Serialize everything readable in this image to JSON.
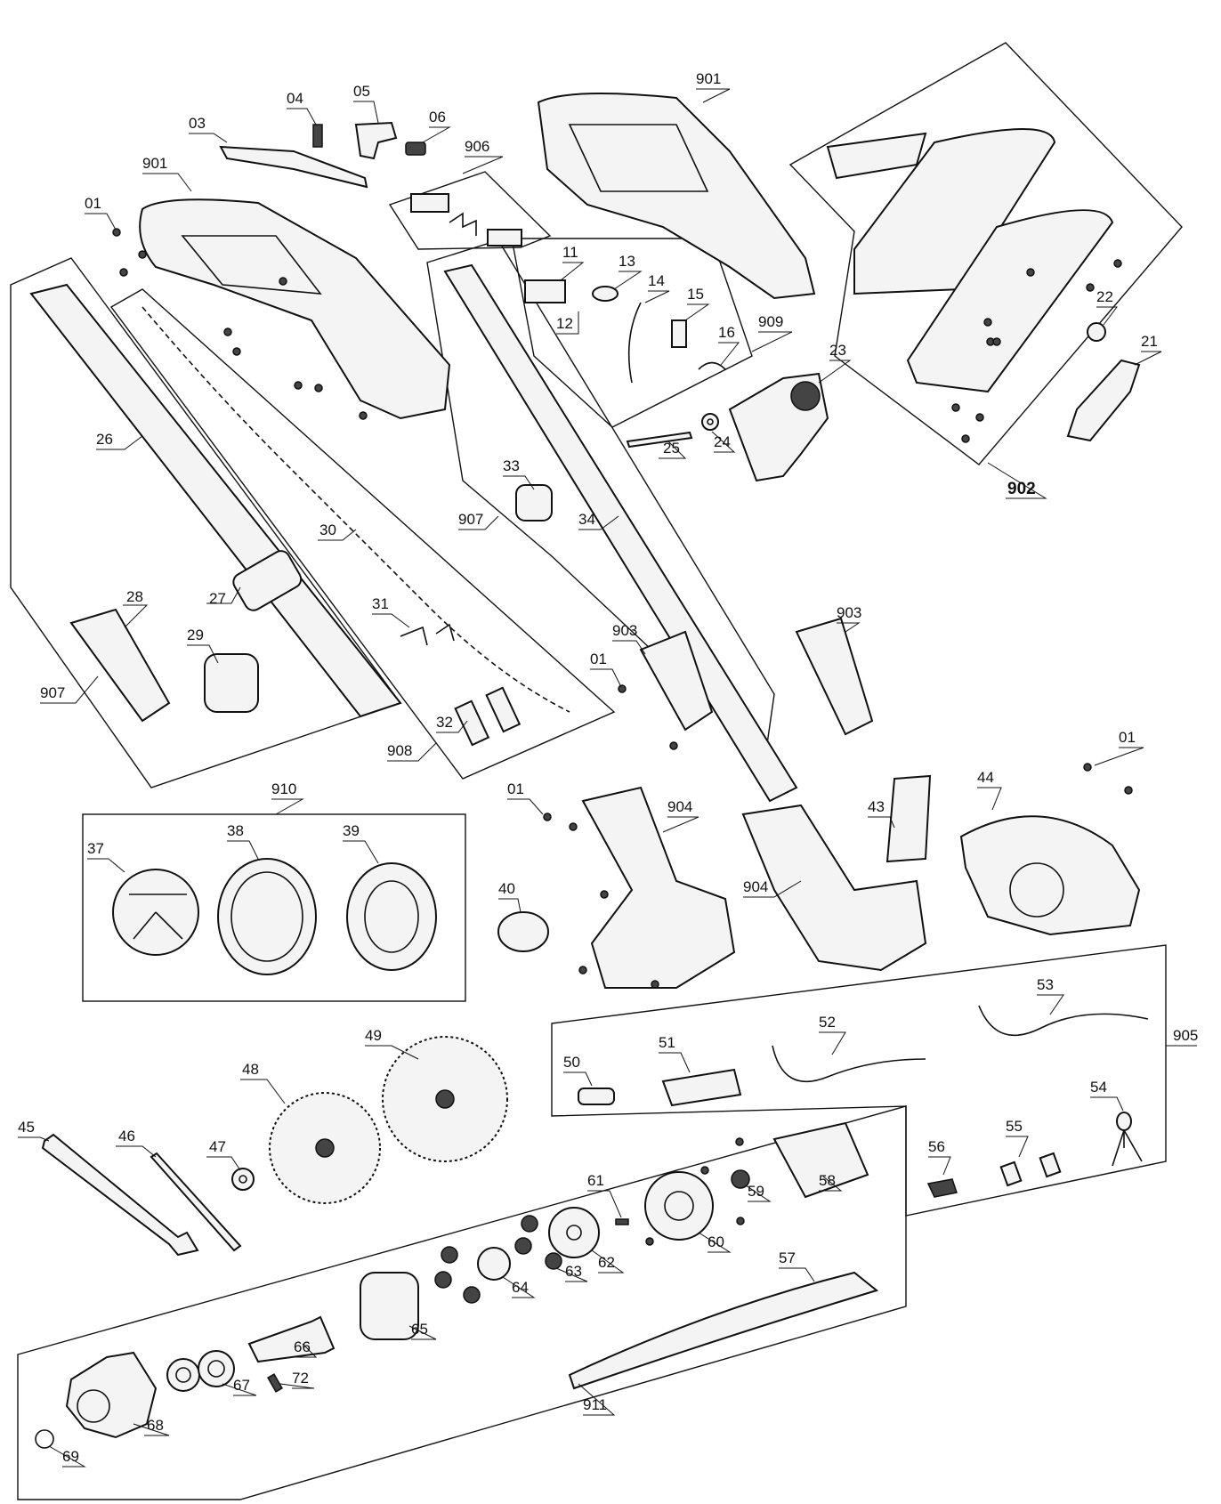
{
  "labels": {
    "l01a": "01",
    "l01b": "01",
    "l01c": "01",
    "l01d": "01",
    "l03": "03",
    "l04": "04",
    "l05": "05",
    "l06": "06",
    "l11": "11",
    "l12": "12",
    "l13": "13",
    "l14": "14",
    "l15": "15",
    "l16": "16",
    "l21": "21",
    "l22": "22",
    "l23": "23",
    "l24": "24",
    "l25": "25",
    "l26": "26",
    "l27": "27",
    "l28": "28",
    "l29": "29",
    "l30": "30",
    "l31": "31",
    "l32": "32",
    "l33": "33",
    "l34": "34",
    "l37": "37",
    "l38": "38",
    "l39": "39",
    "l40": "40",
    "l43": "43",
    "l44": "44",
    "l45": "45",
    "l46": "46",
    "l47": "47",
    "l48": "48",
    "l49": "49",
    "l50": "50",
    "l51": "51",
    "l52": "52",
    "l53": "53",
    "l54": "54",
    "l55": "55",
    "l56": "56",
    "l57": "57",
    "l58": "58",
    "l59": "59",
    "l60": "60",
    "l61": "61",
    "l62": "62",
    "l63": "63",
    "l64": "64",
    "l65": "65",
    "l66": "66",
    "l67": "67",
    "l68": "68",
    "l69": "69",
    "l72": "72",
    "l901a": "901",
    "l901b": "901",
    "l902": "902",
    "l903a": "903",
    "l903b": "903",
    "l904a": "904",
    "l904b": "904",
    "l905": "905",
    "l906": "906",
    "l907a": "907",
    "l907b": "907",
    "l908": "908",
    "l909": "909",
    "l910": "910",
    "l911": "911"
  },
  "colors": {
    "line": "#111111",
    "fill": "#f4f4f4",
    "dark": "#444444"
  }
}
